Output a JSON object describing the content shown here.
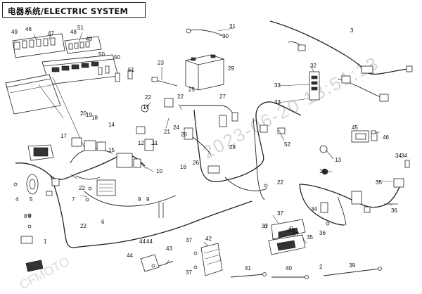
{
  "title": "电器系统/ELECTRIC SYSTEM",
  "watermark": {
    "brand": "CFMOTO",
    "timestamp": "2023-06-20 13:51:13"
  },
  "callouts": {
    "c49a": "49",
    "c46": "46",
    "c47": "47",
    "c48": "48",
    "c51a": "51",
    "c49b": "49",
    "c50a": "50",
    "c50b": "50",
    "c51b": "51",
    "c31": "31",
    "c30": "30",
    "c3": "3",
    "c23": "23",
    "c29": "29",
    "c32": "32",
    "c33a": "33",
    "c33b": "33",
    "c25": "25",
    "c22a": "22",
    "c22b": "22",
    "c27": "27",
    "c17": "17",
    "c21": "21",
    "c24": "24",
    "c26a": "26",
    "c26b": "26",
    "c28": "28",
    "c52": "52",
    "c45": "45",
    "c46b": "46",
    "c20": "20",
    "c19": "19",
    "c18": "18",
    "c14": "14",
    "c17b": "17",
    "c15": "15",
    "c12": "12",
    "c11": "11",
    "c10": "10",
    "c9a": "9",
    "c9b": "9",
    "c16": "16",
    "c13": "13",
    "c34a": "34",
    "c34b": "34",
    "c15b": "15",
    "c35": "35",
    "c36": "36",
    "c22c": "22",
    "c22d": "22",
    "c4": "4",
    "c5": "5",
    "c6": "6",
    "c22e": "22",
    "c7": "7",
    "c8a": "8",
    "c8b": "8",
    "c1": "1",
    "c37a": "37",
    "c37b": "37",
    "c37c": "37",
    "c38": "38",
    "c34c": "34",
    "c35b": "35",
    "c36b": "36",
    "c44a": "44",
    "c44b": "44",
    "c44c": "44",
    "c43": "43",
    "c42": "42",
    "c37d": "37",
    "c37e": "37",
    "c41": "41",
    "c40": "40",
    "c2": "2",
    "c39": "39"
  }
}
